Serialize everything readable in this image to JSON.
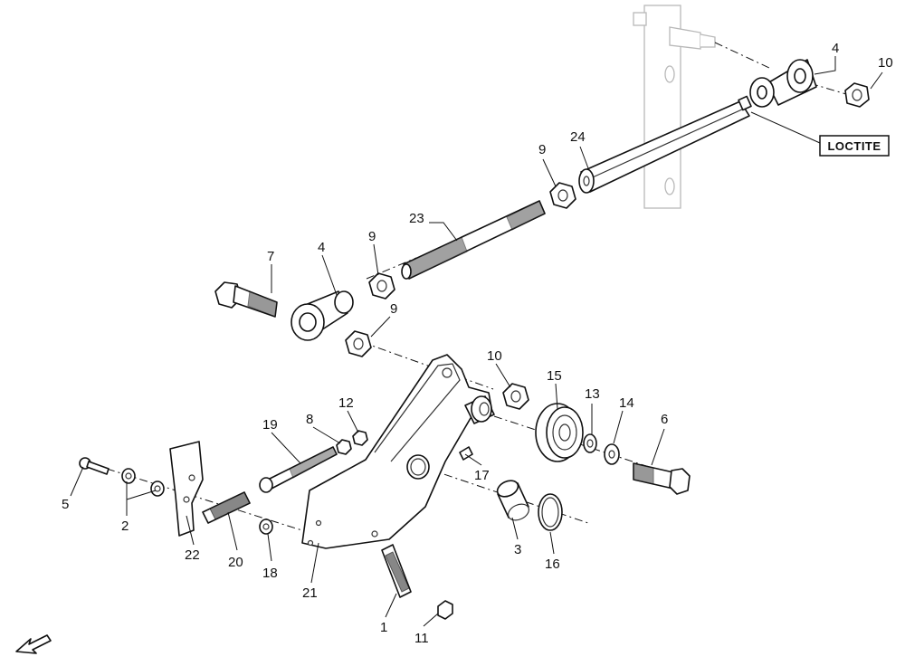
{
  "callouts": {
    "1": "1",
    "2": "2",
    "3": "3",
    "4a": "4",
    "4b": "4",
    "5": "5",
    "6": "6",
    "7": "7",
    "8": "8",
    "9a": "9",
    "9b": "9",
    "9c": "9",
    "10a": "10",
    "10b": "10",
    "11": "11",
    "12": "12",
    "13": "13",
    "14": "14",
    "15": "15",
    "16": "16",
    "17": "17",
    "18": "18",
    "19": "19",
    "20": "20",
    "21": "21",
    "22": "22",
    "23": "23",
    "24": "24"
  },
  "note": {
    "loctite": "LOCTITE"
  }
}
